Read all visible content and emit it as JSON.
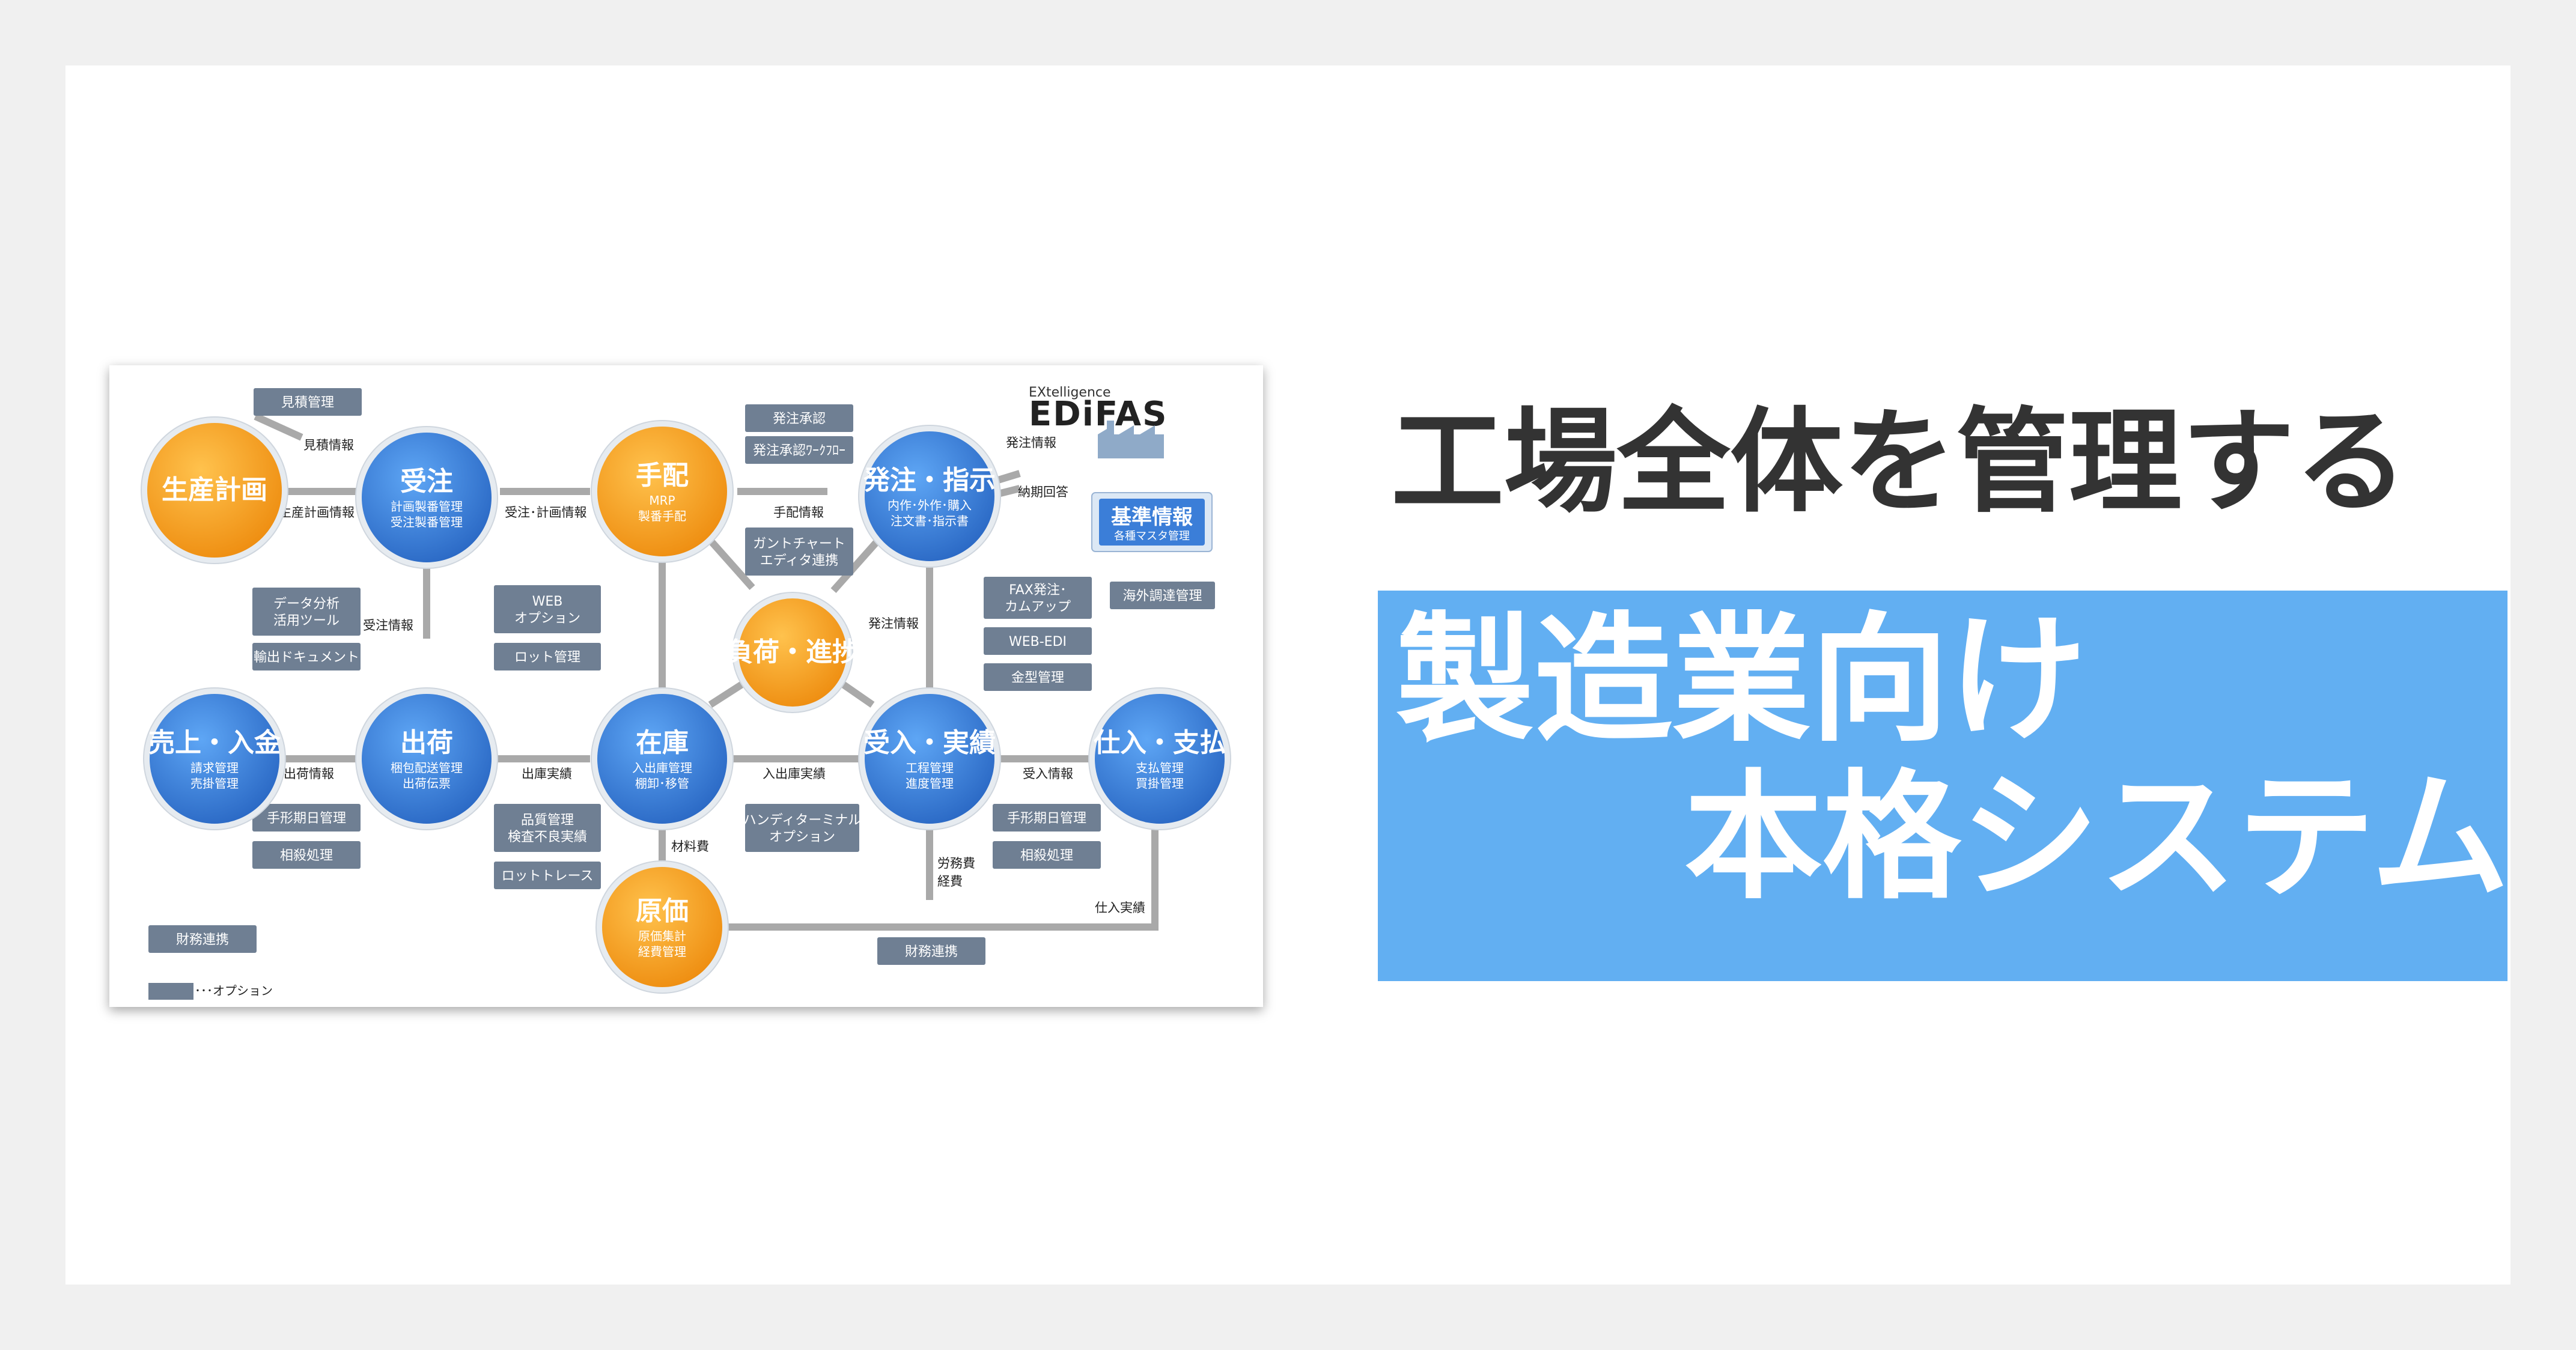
{
  "headline": "工場全体を管理する",
  "banner": {
    "line1": "製造業向け",
    "line2": "本格システム"
  },
  "logo": {
    "small": "EXtelligence",
    "big": "EDiFAS"
  },
  "nodes": [
    {
      "id": "seisan",
      "title": "生産計画",
      "sub1": "",
      "sub2": "",
      "color": "orange"
    },
    {
      "id": "juchu",
      "title": "受注",
      "sub1": "計画製番管理",
      "sub2": "受注製番管理",
      "color": "blue"
    },
    {
      "id": "tehai",
      "title": "手配",
      "sub1": "MRP",
      "sub2": "製番手配",
      "color": "orange"
    },
    {
      "id": "hatchu",
      "title": "発注・指示",
      "sub1": "内作･外作･購入",
      "sub2": "注文書･指示書",
      "color": "blue"
    },
    {
      "id": "fuka",
      "title": "負荷・進捗",
      "sub1": "",
      "sub2": "",
      "color": "orange"
    },
    {
      "id": "uriage",
      "title": "売上・入金",
      "sub1": "請求管理",
      "sub2": "売掛管理",
      "color": "blue"
    },
    {
      "id": "shukka",
      "title": "出荷",
      "sub1": "梱包配送管理",
      "sub2": "出荷伝票",
      "color": "blue"
    },
    {
      "id": "zaiko",
      "title": "在庫",
      "sub1": "入出庫管理",
      "sub2": "棚卸･移管",
      "color": "blue"
    },
    {
      "id": "ukeire",
      "title": "受入・実績",
      "sub1": "工程管理",
      "sub2": "進度管理",
      "color": "blue"
    },
    {
      "id": "shiire",
      "title": "仕入・支払",
      "sub1": "支払管理",
      "sub2": "買掛管理",
      "color": "blue"
    },
    {
      "id": "genka",
      "title": "原価",
      "sub1": "原価集計",
      "sub2": "経費管理",
      "color": "orange"
    }
  ],
  "option_boxes": [
    {
      "id": "mitsumori",
      "l1": "見積管理",
      "l2": ""
    },
    {
      "id": "hatchu-shonin",
      "l1": "発注承認",
      "l2": ""
    },
    {
      "id": "hatchu-wf",
      "l1": "発注承認ﾜｰｸﾌﾛｰ",
      "l2": ""
    },
    {
      "id": "gantt",
      "l1": "ガントチャート",
      "l2": "エディタ連携"
    },
    {
      "id": "data-bunseki",
      "l1": "データ分析",
      "l2": "活用ツール"
    },
    {
      "id": "yushutsu",
      "l1": "輸出ドキュメント",
      "l2": ""
    },
    {
      "id": "web-option",
      "l1": "WEB",
      "l2": "オプション"
    },
    {
      "id": "lot",
      "l1": "ロット管理",
      "l2": ""
    },
    {
      "id": "fax",
      "l1": "FAX発注･",
      "l2": "カムアップ"
    },
    {
      "id": "web-edi",
      "l1": "WEB-EDI",
      "l2": ""
    },
    {
      "id": "kanagata",
      "l1": "金型管理",
      "l2": ""
    },
    {
      "id": "kaigai",
      "l1": "海外調達管理",
      "l2": ""
    },
    {
      "id": "tegata-left",
      "l1": "手形期日管理",
      "l2": ""
    },
    {
      "id": "sousai-left",
      "l1": "相殺処理",
      "l2": ""
    },
    {
      "id": "hinshitsu",
      "l1": "品質管理",
      "l2": "検査不良実績"
    },
    {
      "id": "lot-trace",
      "l1": "ロットトレース",
      "l2": ""
    },
    {
      "id": "handy",
      "l1": "ハンディターミナル",
      "l2": "オプション"
    },
    {
      "id": "tegata-right",
      "l1": "手形期日管理",
      "l2": ""
    },
    {
      "id": "sousai-right",
      "l1": "相殺処理",
      "l2": ""
    },
    {
      "id": "zaimu-left",
      "l1": "財務連携",
      "l2": ""
    },
    {
      "id": "zaimu-bottom",
      "l1": "財務連携",
      "l2": ""
    }
  ],
  "kijun": {
    "title": "基準情報",
    "sub": "各種マスタ管理"
  },
  "flow_labels": [
    {
      "id": "mitsumori-info",
      "text": "見積情報"
    },
    {
      "id": "seisan-info",
      "text": "生産計画情報"
    },
    {
      "id": "juchu-keikaku-info",
      "text": "受注･計画情報"
    },
    {
      "id": "tehai-info",
      "text": "手配情報"
    },
    {
      "id": "hatchu-info-top",
      "text": "発注情報"
    },
    {
      "id": "noki",
      "text": "納期回答"
    },
    {
      "id": "juchu-info",
      "text": "受注情報"
    },
    {
      "id": "hatchu-info-mid",
      "text": "発注情報"
    },
    {
      "id": "shukka-info",
      "text": "出荷情報"
    },
    {
      "id": "shukko",
      "text": "出庫実績"
    },
    {
      "id": "nyushukko",
      "text": "入出庫実績"
    },
    {
      "id": "ukeire-info",
      "text": "受入情報"
    },
    {
      "id": "zairyo",
      "text": "材料費"
    },
    {
      "id": "roumu",
      "text": "労務費"
    },
    {
      "id": "keihi",
      "text": "経費"
    },
    {
      "id": "shiire-jisseki",
      "text": "仕入実績"
    }
  ],
  "legend": {
    "text": "･･･オプション"
  },
  "colors": {
    "banner": "#62aff2",
    "orange": "#f5a020",
    "blue": "#3b7ed8",
    "option_box": "#6f7f93",
    "arrow": "#a9a9a9"
  }
}
